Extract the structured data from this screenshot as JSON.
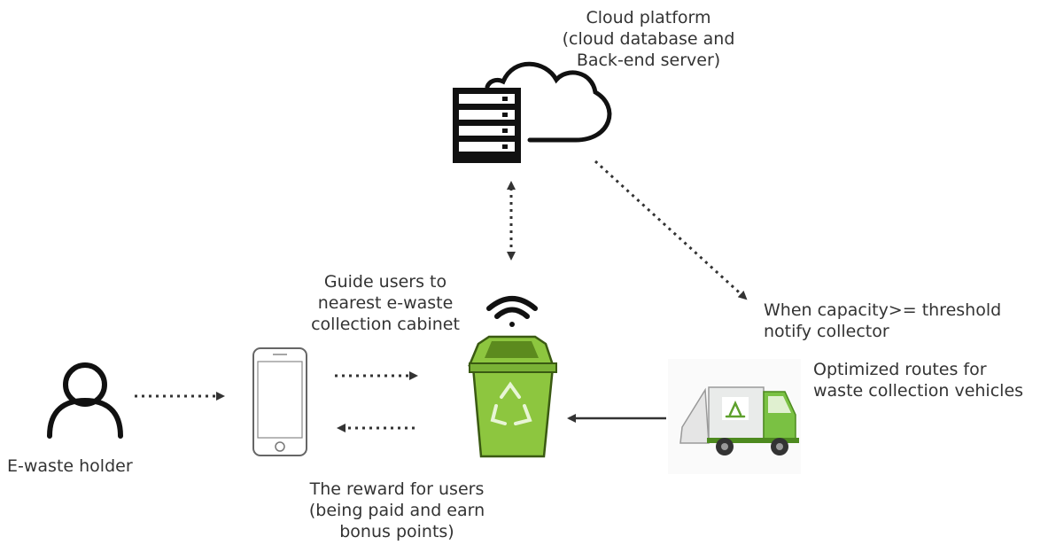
{
  "cloud": {
    "lines": [
      "Cloud platform",
      "(cloud database and",
      "Back-end server)"
    ]
  },
  "guide": {
    "lines": [
      "Guide users to",
      "nearest e-waste",
      "collection cabinet"
    ]
  },
  "notify": {
    "lines": [
      "When capacity>= threshold",
      "notify collector"
    ]
  },
  "routes": {
    "lines": [
      "Optimized routes for",
      "waste collection vehicles"
    ]
  },
  "holder": {
    "label": "E-waste holder"
  },
  "reward": {
    "lines": [
      "The reward for users",
      "(being paid and earn",
      "bonus points)"
    ]
  },
  "colors": {
    "bin_green": "#8dc63f",
    "bin_dark": "#5c8a1e",
    "truck_green": "#7ac143",
    "icon_black": "#111111"
  }
}
